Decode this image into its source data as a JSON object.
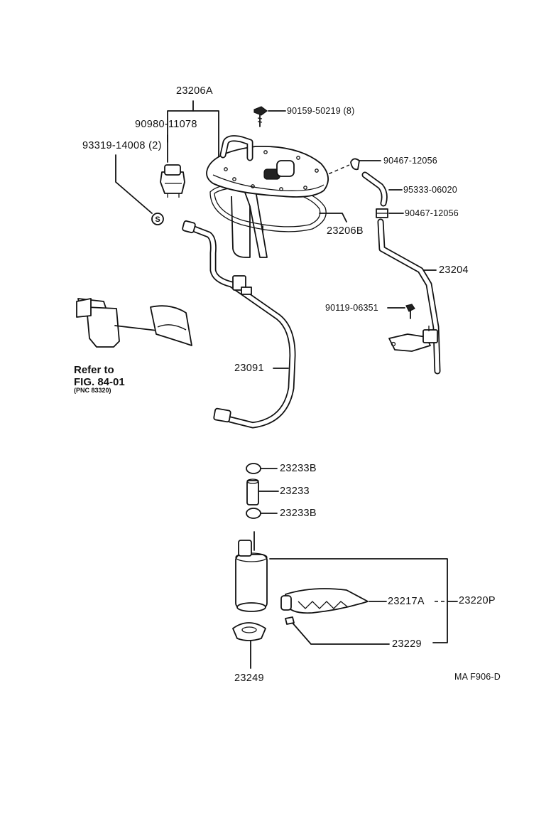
{
  "parts": {
    "assy_23206a": "23206A",
    "sender_90980": "90980-11078",
    "screw_93319": "93319-14008 (2)",
    "screw_90159": "90159-50219 (8)",
    "clip_90467_upper": "90467-12056",
    "hose_95333": "95333-06020",
    "clip_90467_lower": "90467-12056",
    "gasket_23206b": "23206B",
    "pipe_23204": "23204",
    "bolt_90119": "90119-06351",
    "hose_23091": "23091",
    "clamp_23233b_upper": "23233B",
    "hose_23233": "23233",
    "clamp_23233b_lower": "23233B",
    "filter_23217a": "23217A",
    "pump_23220p": "23220P",
    "clip_23229": "23229",
    "cushion_23249": "23249"
  },
  "reference": {
    "line1": "Refer to",
    "line2": "FIG. 84-01",
    "line3": "(PNC 83320)"
  },
  "symbol_s": "S",
  "figure_code": "MA F906-D"
}
